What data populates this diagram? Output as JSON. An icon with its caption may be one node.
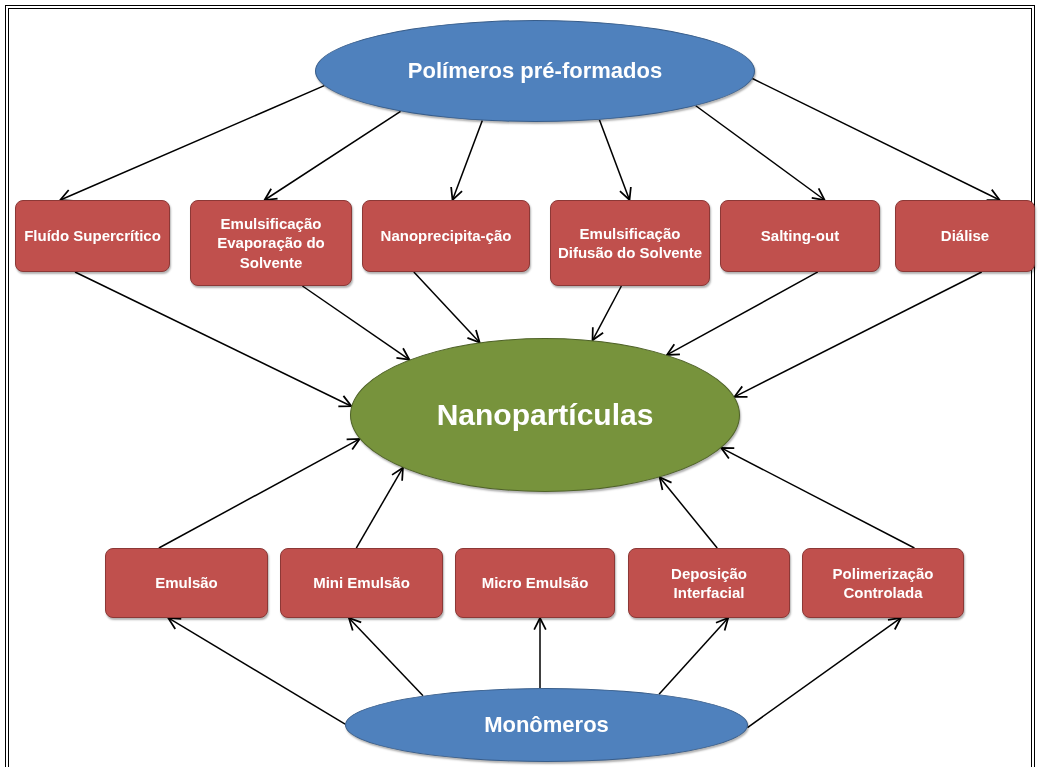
{
  "diagram": {
    "nodes": [
      {
        "text": [
          "Polímeros pré-formados"
        ]
      },
      {
        "text": [
          "Fluído Supercrítico"
        ]
      },
      {
        "text": [
          "Emulsificação Evaporação do Solvente"
        ]
      },
      {
        "text": [
          "Nanoprecipita-ção"
        ]
      },
      {
        "text": [
          "Emulsificação Difusão do Solvente"
        ]
      },
      {
        "text": [
          "Salting-out"
        ]
      },
      {
        "text": [
          "Diálise"
        ]
      },
      {
        "text": [
          "Nanopartículas"
        ]
      },
      {
        "text": [
          "Emulsão"
        ]
      },
      {
        "text": [
          "Mini Emulsão"
        ]
      },
      {
        "text": [
          "Micro Emulsão"
        ]
      },
      {
        "text": [
          "Deposição Interfacial"
        ]
      },
      {
        "text": [
          "Polimerização Controlada"
        ]
      },
      {
        "text": [
          "Monômeros"
        ]
      }
    ],
    "edges": [
      {
        "from": 0,
        "to": 1,
        "arrow": "to"
      },
      {
        "from": 0,
        "to": 2,
        "arrow": "to"
      },
      {
        "from": 0,
        "to": 3,
        "arrow": "to"
      },
      {
        "from": 0,
        "to": 4,
        "arrow": "to"
      },
      {
        "from": 0,
        "to": 5,
        "arrow": "to"
      },
      {
        "from": 0,
        "to": 6,
        "arrow": "to"
      },
      {
        "from": 1,
        "to": 7,
        "arrow": "to"
      },
      {
        "from": 2,
        "to": 7,
        "arrow": "to"
      },
      {
        "from": 3,
        "to": 7,
        "arrow": "to"
      },
      {
        "from": 4,
        "to": 7,
        "arrow": "to"
      },
      {
        "from": 5,
        "to": 7,
        "arrow": "to"
      },
      {
        "from": 6,
        "to": 7,
        "arrow": "to"
      },
      {
        "from": 8,
        "to": 7,
        "arrow": "to"
      },
      {
        "from": 9,
        "to": 7,
        "arrow": "to"
      },
      {
        "from": 11,
        "to": 7,
        "arrow": "to"
      },
      {
        "from": 12,
        "to": 7,
        "arrow": "to"
      },
      {
        "from": 13,
        "to": 8,
        "arrow": "to"
      },
      {
        "from": 13,
        "to": 9,
        "arrow": "to"
      },
      {
        "from": 13,
        "to": 10,
        "arrow": "to"
      },
      {
        "from": 13,
        "to": 11,
        "arrow": "to"
      },
      {
        "from": 13,
        "to": 12,
        "arrow": "to"
      }
    ]
  }
}
